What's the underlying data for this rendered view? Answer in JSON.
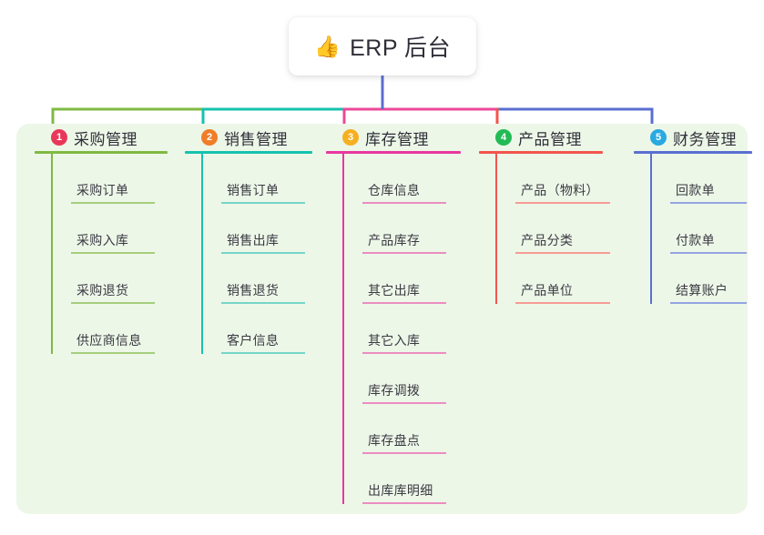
{
  "root": {
    "icon": "thumbs-up-icon",
    "icon_glyph": "👍",
    "label": "ERP 后台"
  },
  "colors": {
    "panel_background": "#edf7e8",
    "page_background": "#ffffff",
    "text": "#3a3a42"
  },
  "branches": [
    {
      "index": "1",
      "title": "采购管理",
      "badge_color": "#e8385a",
      "line_color": "#7fba42",
      "item_line_color": "#a5ce7c",
      "connector_color": "#7fba42",
      "items": [
        {
          "label": "采购订单"
        },
        {
          "label": "采购入库"
        },
        {
          "label": "采购退货"
        },
        {
          "label": "供应商信息"
        }
      ]
    },
    {
      "index": "2",
      "title": "销售管理",
      "badge_color": "#f07d28",
      "line_color": "#16c2ae",
      "item_line_color": "#76d5c9",
      "connector_color": "#16c2ae",
      "items": [
        {
          "label": "销售订单"
        },
        {
          "label": "销售出库"
        },
        {
          "label": "销售退货"
        },
        {
          "label": "客户信息"
        }
      ]
    },
    {
      "index": "3",
      "title": "库存管理",
      "badge_color": "#f5b022",
      "line_color": "#e8389f",
      "item_line_color": "#eb8dc0",
      "connector_color": "#ec4899",
      "items": [
        {
          "label": "仓库信息"
        },
        {
          "label": "产品库存"
        },
        {
          "label": "其它出库"
        },
        {
          "label": "其它入库"
        },
        {
          "label": "库存调拨"
        },
        {
          "label": "库存盘点"
        },
        {
          "label": "出库库明细"
        }
      ]
    },
    {
      "index": "4",
      "title": "产品管理",
      "badge_color": "#22bb55",
      "line_color": "#f2554d",
      "item_line_color": "#f59b95",
      "connector_color": "#f2554d",
      "items": [
        {
          "label": "产品（物料）"
        },
        {
          "label": "产品分类"
        },
        {
          "label": "产品单位"
        }
      ]
    },
    {
      "index": "5",
      "title": "财务管理",
      "badge_color": "#29a9e0",
      "line_color": "#5a6fd0",
      "item_line_color": "#93a4e0",
      "connector_color": "#5a6fd0",
      "items": [
        {
          "label": "回款单"
        },
        {
          "label": "付款单"
        },
        {
          "label": "结算账户"
        }
      ]
    }
  ]
}
